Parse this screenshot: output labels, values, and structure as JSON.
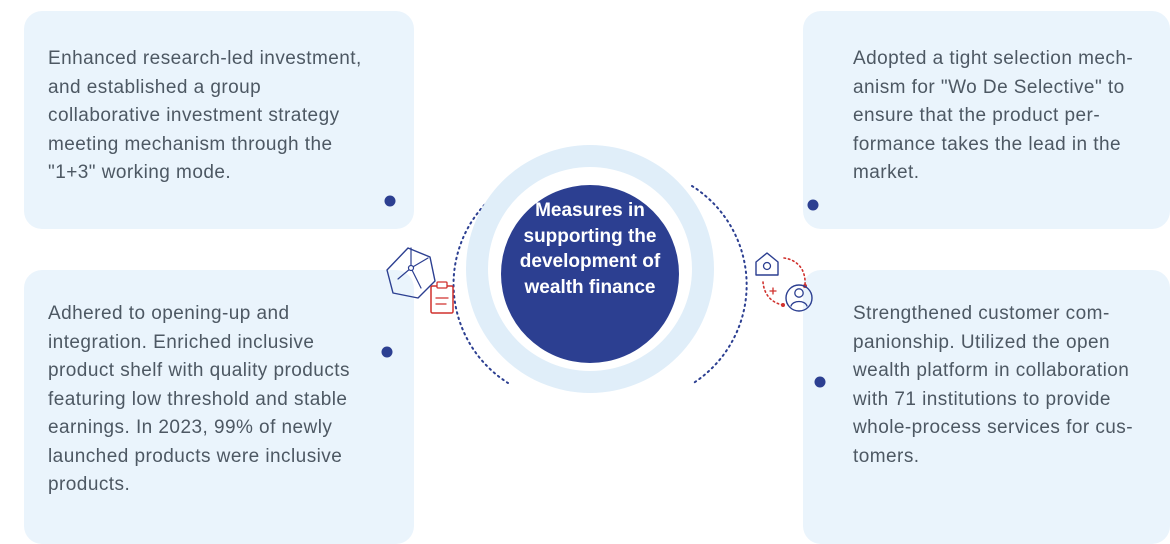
{
  "center": {
    "title": "Measures in supporting the development of wealth finance"
  },
  "cards": {
    "top_left": "Enhanced research-led invest­ment, and established a group collaborative investment strate­gy meeting mechanism through the \"1+3\" working mode.",
    "bottom_left": "Adhered to opening-up and integration. Enriched inclusive product shelf with quality prod­ucts featuring low threshold and stable earnings. In 2023, 99% of newly launched products were inclusive products.",
    "top_right": "Adopted a tight selection mech­anism for \"Wo De Selective\" to ensure that the product per­formance takes the lead in the market.",
    "bottom_right": "Strengthened customer com­panionship. Utilized the open wealth platform in collaboration with 71 institutions to provide whole-process services for cus­tomers."
  },
  "icons": {
    "left": "hexagon-strategy-clipboard-icon",
    "right": "wealth-platform-customer-icon"
  },
  "colors": {
    "card_bg": "#eaf4fc",
    "center_fill": "#2c3f91",
    "ring": "#e0eef9",
    "dots": "#2c3f91",
    "icon_blue": "#2c3f91",
    "icon_red": "#d0312d",
    "text": "#4d5863"
  }
}
